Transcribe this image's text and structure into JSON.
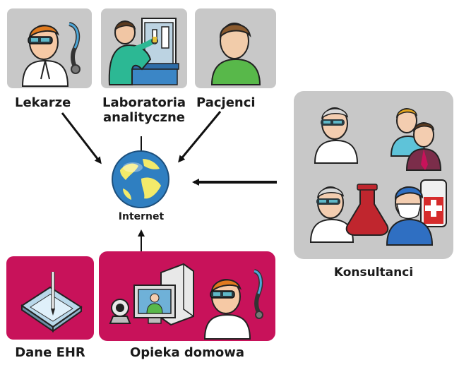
{
  "nodes": {
    "doctors": {
      "label": "Lekarze"
    },
    "lab": {
      "label_line1": "Laboratoria",
      "label_line2": "analityczne"
    },
    "patients": {
      "label": "Pacjenci"
    },
    "internet": {
      "label": "Internet"
    },
    "consultants": {
      "label": "Konsultanci"
    },
    "ehr": {
      "label": "Dane EHR"
    },
    "homecare": {
      "label": "Opieka domowa"
    }
  },
  "colors": {
    "tile_gray": "#c8c8c8",
    "tile_magenta": "#c8125a",
    "arrow": "#111111",
    "globe_ocean": "#2f7fc1",
    "globe_land": "#f3ea6a"
  }
}
